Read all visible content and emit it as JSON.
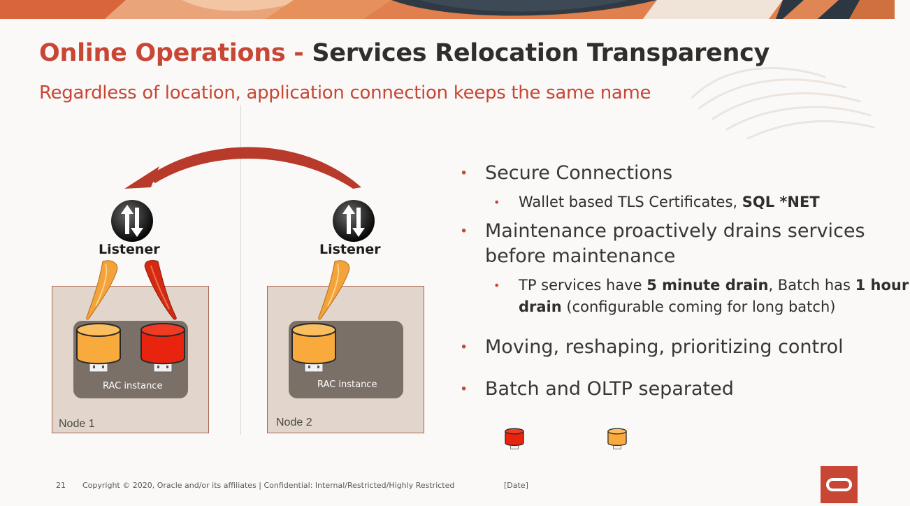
{
  "title": {
    "part1": "Online Operations - ",
    "part2": "Services Relocation Transparency"
  },
  "subtitle": "Regardless of location, application connection keeps the same name",
  "diagram": {
    "listener1_label": "Listener",
    "listener2_label": "Listener",
    "node1_label": "Node 1",
    "node2_label": "Node 2",
    "rac1_label": "RAC instance",
    "rac2_label": "RAC instance",
    "colors": {
      "service_orange": "#f8aa3c",
      "service_red": "#e8230e",
      "arrow": "#b83a2a",
      "node_fill": "#e2d6cc",
      "rac_fill": "#7a7067"
    }
  },
  "bullets": {
    "b1": "Secure Connections",
    "b1_1_pre": "Wallet based TLS Certificates, ",
    "b1_1_bold": "SQL *NET",
    "b2": "Maintenance proactively drains services before maintenance",
    "b2_1_a": "TP services have ",
    "b2_1_b": "5 minute drain",
    "b2_1_c": ", Batch has ",
    "b2_1_d": "1 hour drain",
    "b2_1_e": " (configurable coming for long batch)",
    "b3": "Moving, reshaping, prioritizing control",
    "b4": "Batch and OLTP separated",
    "dot": "•"
  },
  "footer": {
    "page_number": "21",
    "copyright": "Copyright © 2020, Oracle and/or its affiliates  |  Confidential: Internal/Restricted/Highly Restricted",
    "date": "[Date]"
  },
  "brand": {
    "accent": "#c74634",
    "text_dark": "#312d2a",
    "logo_icon": "oracle-logo-icon"
  }
}
